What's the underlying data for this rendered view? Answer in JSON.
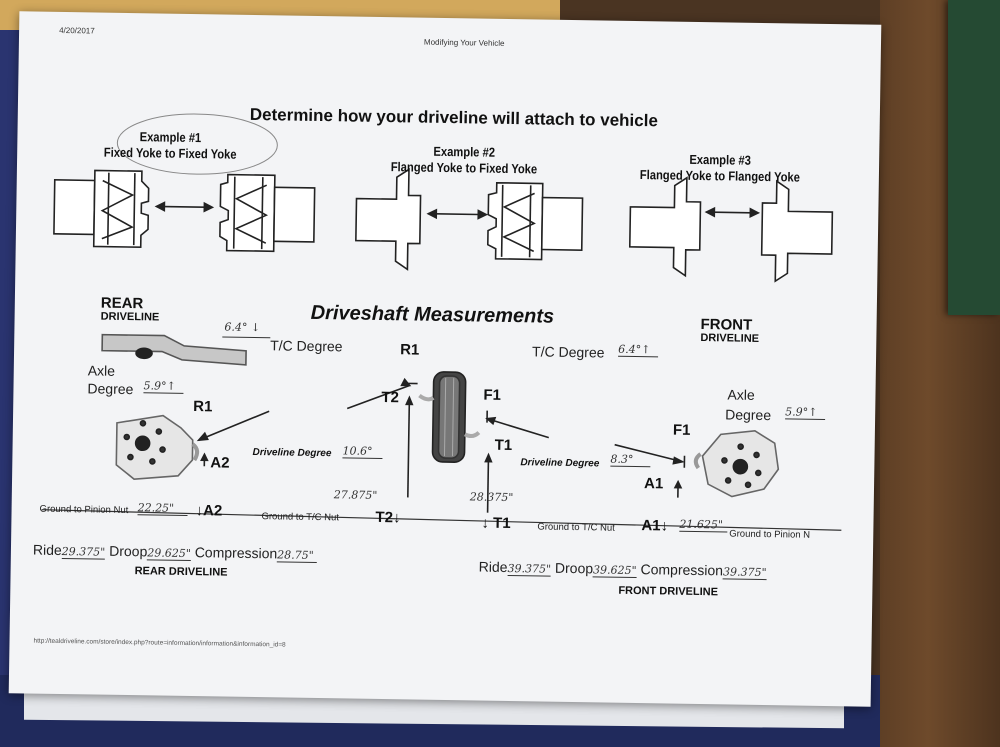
{
  "header": {
    "date": "4/20/2017",
    "title": "Modifying Your Vehicle"
  },
  "main_title": "Determine how your driveline will attach to vehicle",
  "examples": [
    {
      "number": "Example #1",
      "type": "Fixed Yoke to Fixed Yoke"
    },
    {
      "number": "Example #2",
      "type": "Flanged Yoke to Fixed Yoke"
    },
    {
      "number": "Example #3",
      "type": "Flanged Yoke to Flanged Yoke"
    }
  ],
  "section_title": "Driveshaft Measurements",
  "rear": {
    "title": "REAR",
    "subtitle": "DRIVELINE",
    "tc_degree_label": "T/C Degree",
    "tc_degree_value": "6.4° ↓",
    "axle_label": "Axle",
    "degree_label": "Degree",
    "axle_degree_value": "5.9°↑",
    "r1": "R1",
    "a2": "A2",
    "driveline_degree_label": "Driveline Degree",
    "driveline_degree_value": "10.6°"
  },
  "center": {
    "r1": "R1",
    "t2": "T2",
    "f1": "F1",
    "t1": "T1",
    "tc_degree_label": "T/C Degree",
    "tc_degree_value": "6.4°↑"
  },
  "front": {
    "title": "FRONT",
    "subtitle": "DRIVELINE",
    "axle_label": "Axle",
    "degree_label": "Degree",
    "axle_degree_value": "5.9°↑",
    "f1": "F1",
    "a1": "A1",
    "driveline_degree_label": "Driveline Degree",
    "driveline_degree_value": "8.3°"
  },
  "measurements": {
    "ground_to_pinion_label": "Ground to Pinion Nut",
    "rear_pinion_value": "22.25\"",
    "a2": "A2",
    "ground_to_tc_label": "Ground to T/C Nut",
    "t2": "T2",
    "t2_value": "27.875\"",
    "t1": "T1",
    "t1_value": "28.375\"",
    "ground_to_tc_label_2": "Ground to T/C Nut",
    "a1": "A1",
    "front_pinion_value": "21.625\"",
    "ground_to_pinion_label_2": "Ground to Pinion N"
  },
  "rear_summary": {
    "ride_label": "Ride",
    "ride_value": "29.375\"",
    "droop_label": "Droop",
    "droop_value": "29.625\"",
    "compression_label": "Compression",
    "compression_value": "28.75\"",
    "caption": "REAR DRIVELINE"
  },
  "front_summary": {
    "ride_label": "Ride",
    "ride_value": "39.375\"",
    "droop_label": "Droop",
    "droop_value": "39.625\"",
    "compression_label": "Compression",
    "compression_value": "39.375\"",
    "caption": "FRONT DRIVELINE"
  },
  "footer_url": "http://tealdriveline.com/store/index.php?route=information/information&information_id=8"
}
